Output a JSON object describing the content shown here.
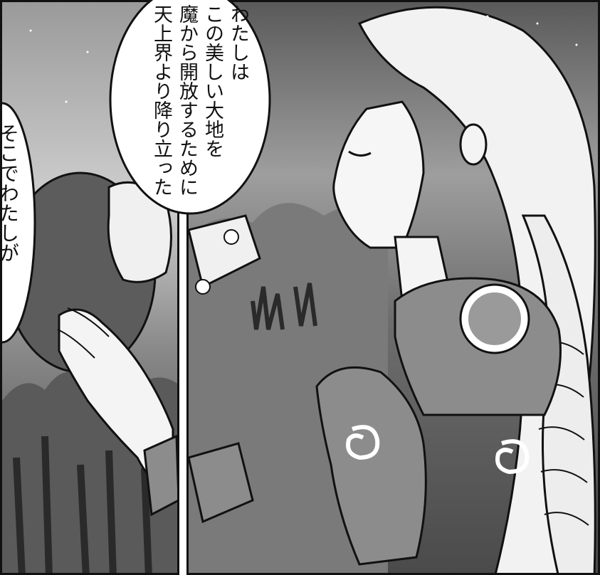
{
  "panels": [
    {
      "balloon_lines": [
        "そこでわたしが"
      ]
    },
    {
      "balloon_lines": [
        "わたしは",
        "この美しい大地を",
        "魔から開放するために",
        "天上界より降り立った"
      ]
    }
  ],
  "colors": {
    "ink": "#111111",
    "sky": "#b5b5b5",
    "forest": "#6a6a6a",
    "armor": "#8c8c8c",
    "skin": "#f4f4f4"
  }
}
